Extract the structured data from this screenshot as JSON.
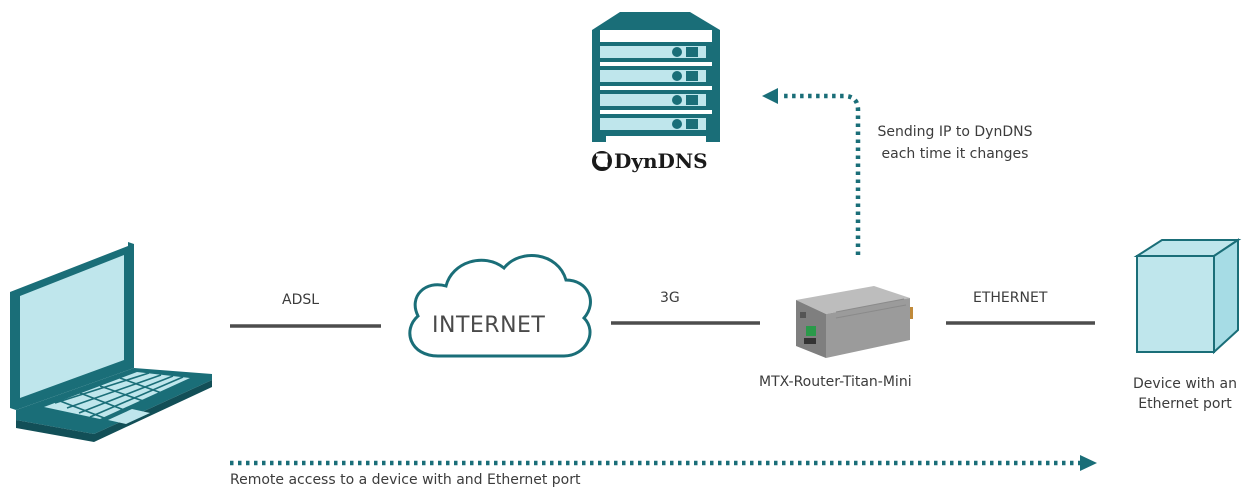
{
  "labels": {
    "adsl": "ADSL",
    "internet": "INTERNET",
    "3g": "3G",
    "ethernet": "ETHERNET",
    "router": "MTX-Router-Titan-Mini",
    "device_line1": "Device with an",
    "device_line2": "Ethernet port",
    "dyndns_note_line1": "Sending IP to DynDNS",
    "dyndns_note_line2": "each time it changes",
    "dyndns_logo": "DynDNS",
    "bottom_caption": "Remote access to a device with and Ethernet port"
  },
  "colors": {
    "teal": "#1a6e78",
    "light_teal": "#bfe6ec",
    "line_gray": "#4d4d4d",
    "text": "#3c3c3c",
    "router_gray": "#8a8a8a"
  },
  "icons": {
    "computer": "laptop-icon",
    "cloud": "cloud-icon",
    "server": "server-rack-icon",
    "router": "router-device-icon",
    "device": "cube-icon"
  }
}
